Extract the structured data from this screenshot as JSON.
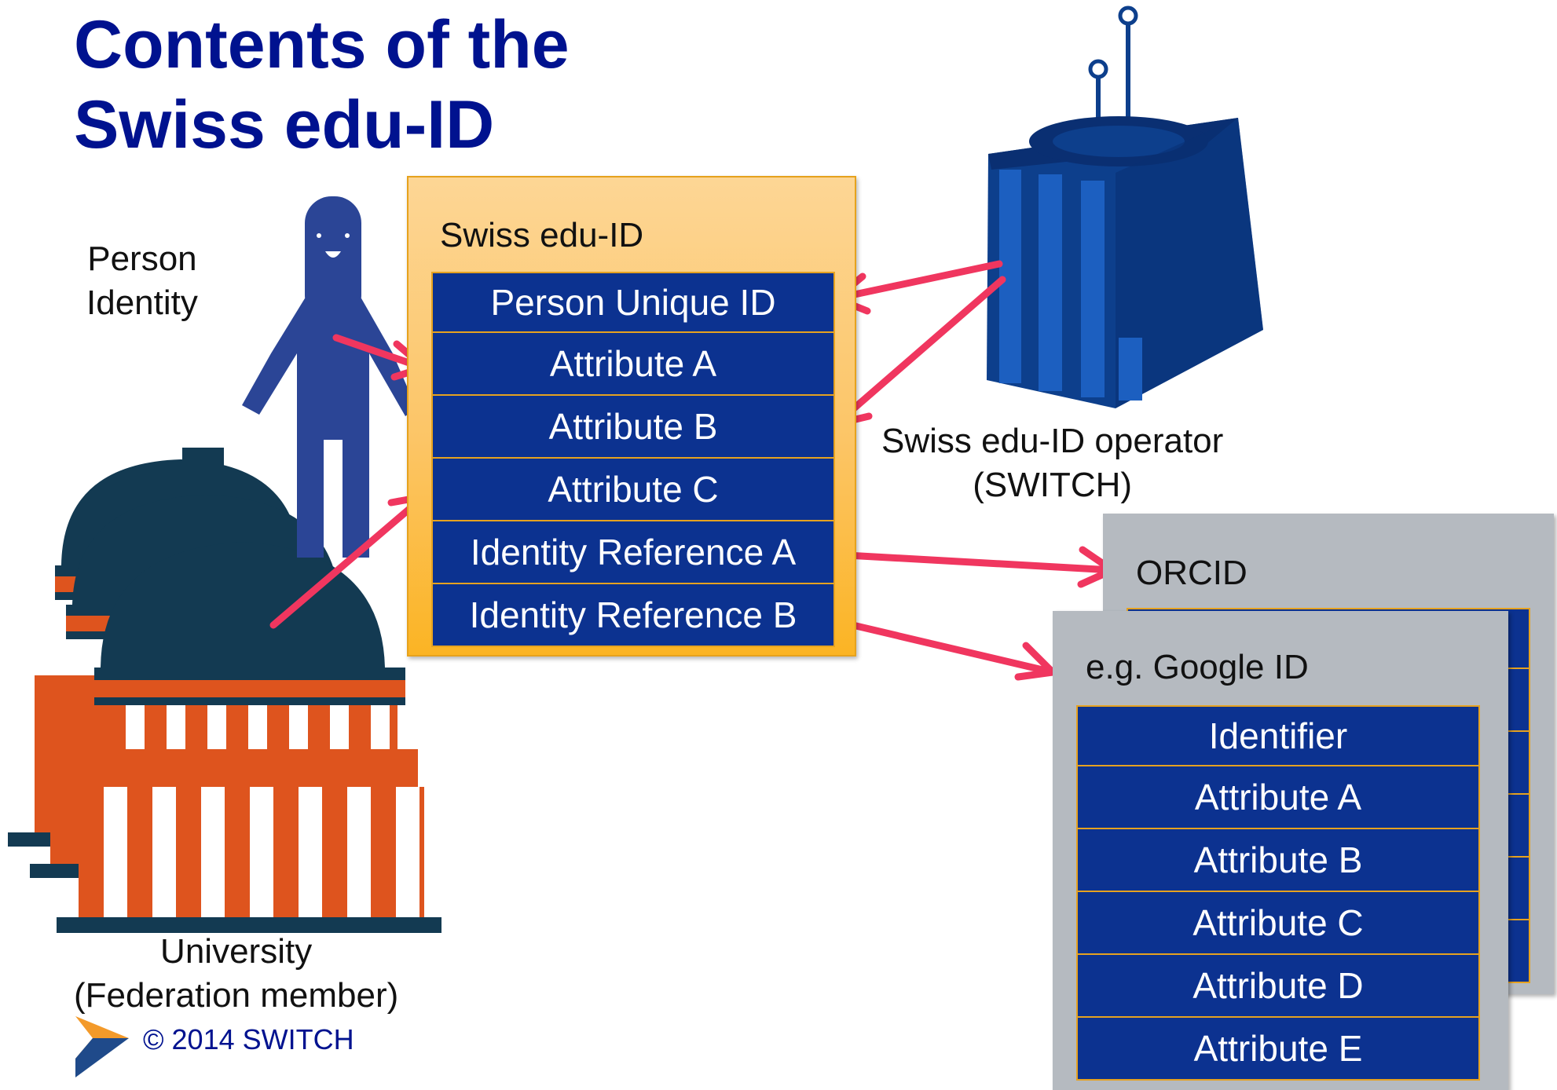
{
  "title": {
    "line1": "Contents of the",
    "line2": "Swiss edu-ID"
  },
  "person": {
    "label_line1": "Person",
    "label_line2": "Identity",
    "icon": "person-figure-icon"
  },
  "university": {
    "label_line1": "University",
    "label_line2": "(Federation member)",
    "icon": "university-building-icon"
  },
  "operator": {
    "label_line1": "Swiss edu-ID operator",
    "label_line2": "(SWITCH)",
    "icon": "server-tower-icon"
  },
  "edu_id": {
    "title": "Swiss edu-ID",
    "rows": [
      "Person Unique ID",
      "Attribute A",
      "Attribute B",
      "Attribute C",
      "Identity Reference A",
      "Identity Reference B"
    ]
  },
  "orcid": {
    "title": "ORCID"
  },
  "google": {
    "title": "e.g. Google ID",
    "rows": [
      "Identifier",
      "Attribute A",
      "Attribute B",
      "Attribute C",
      "Attribute D",
      "Attribute E"
    ]
  },
  "footer": {
    "copyright": "© 2014 SWITCH",
    "logo_icon": "switch-chevron-logo-icon"
  },
  "colors": {
    "title_blue": "#00128f",
    "row_blue": "#0c3290",
    "panel_orange": "#fcc566",
    "panel_grey": "#b5bac0",
    "arrow_pink": "#f0365f",
    "dome_navy": "#133a52",
    "building_orange": "#de541e",
    "person_blue": "#2b4596",
    "server_blue": "#0d3f8c"
  }
}
